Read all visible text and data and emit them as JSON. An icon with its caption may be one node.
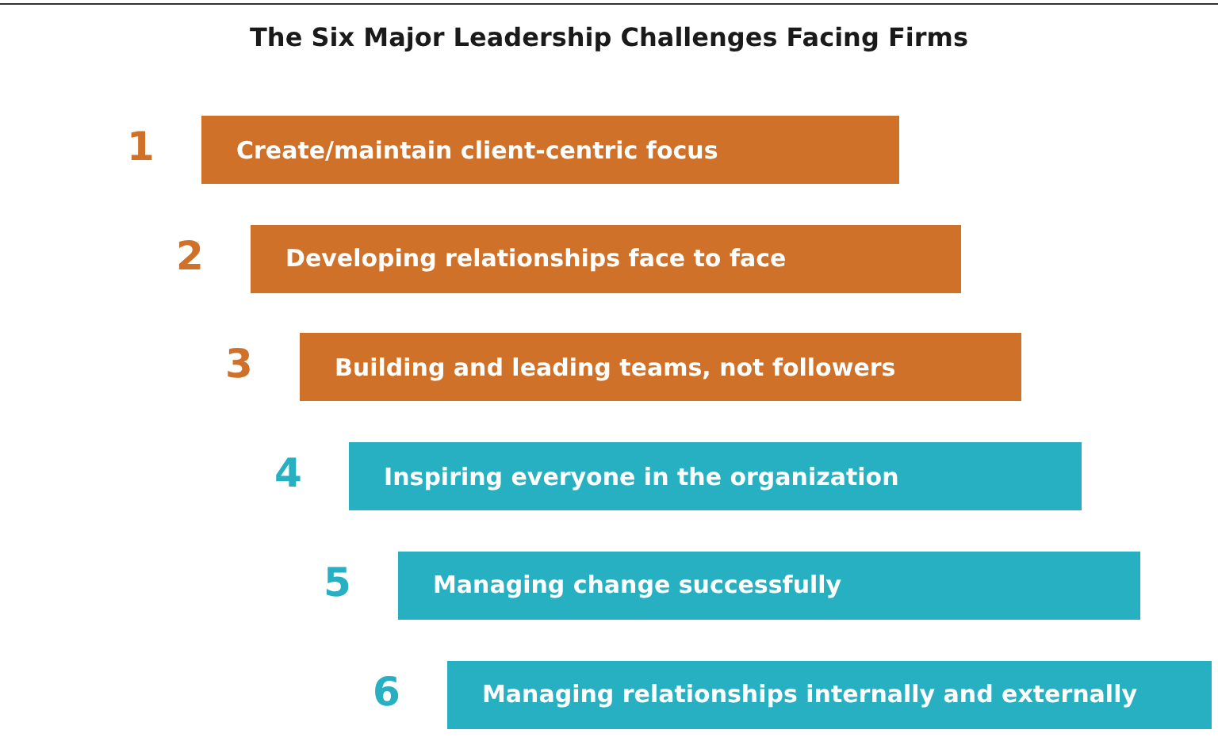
{
  "diagram": {
    "title": "The Six Major Leadership Challenges Facing Firms",
    "nodes": [
      {
        "text": [
          "Create/maintain client-centric focus"
        ],
        "beside": [
          "1"
        ]
      },
      {
        "text": [
          "Developing relationships face to face"
        ],
        "beside": [
          "2"
        ]
      },
      {
        "text": [
          "Building and leading teams, not followers"
        ],
        "beside": [
          "3"
        ]
      },
      {
        "text": [
          "Inspiring everyone in the organization"
        ],
        "beside": [
          "4"
        ]
      },
      {
        "text": [
          "Managing change successfully"
        ],
        "beside": [
          "5"
        ]
      },
      {
        "text": [
          "Managing relationships internally and externally"
        ],
        "beside": [
          "6"
        ]
      }
    ]
  }
}
